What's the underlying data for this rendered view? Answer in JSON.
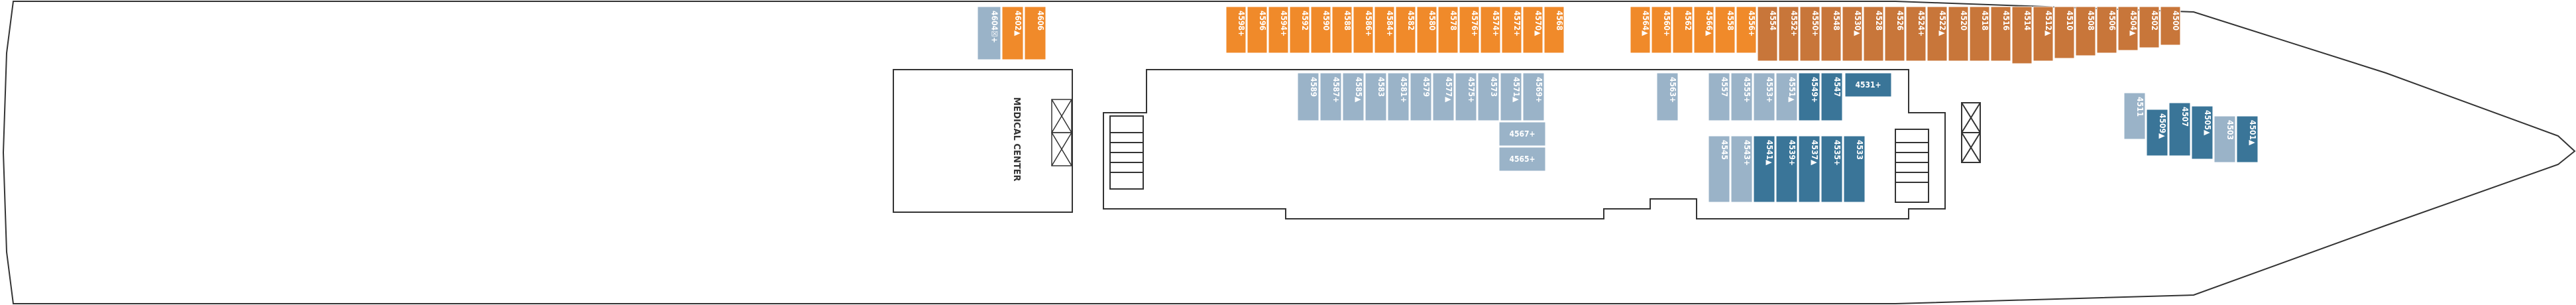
{
  "deck": {
    "medical_center_label": "MEDICAL CENTER"
  },
  "colors": {
    "hull_fill": "#ffffff",
    "hull_stroke": "#333333",
    "orange": "#f08a2a",
    "brown": "#c8763a",
    "light_blue": "#9ab3c8",
    "dark_blue": "#3a7598",
    "line": "#555555"
  },
  "cabins": {
    "top_forward_orange": [
      "4568",
      "4570▲",
      "4572+",
      "4574+",
      "4576+",
      "4578",
      "4580",
      "4582",
      "4584+",
      "4586+",
      "4588",
      "4590",
      "4592",
      "4594+",
      "4596",
      "4598+"
    ],
    "top_aft_orange": [
      "4606",
      "4602▲",
      "4604☒+"
    ],
    "top_mid_orange": [
      "4564▲",
      "4560+",
      "4562",
      "4566▲",
      "4558",
      "4556+"
    ],
    "top_brown": [
      "4554",
      "4552+",
      "4550+",
      "4548",
      "4530▲",
      "4528",
      "4526",
      "4524+",
      "4522▲",
      "4520",
      "4518",
      "4516",
      "4514",
      "4512▲",
      "4510",
      "4508",
      "4506",
      "4504▲",
      "4502",
      "4500"
    ],
    "light_blue_row_top": [
      "4569+",
      "4571▲",
      "4573",
      "4575+",
      "4577▲",
      "4579",
      "4581+",
      "4583",
      "4585▲",
      "4587+",
      "4589"
    ],
    "light_blue_extra": [
      "4567+",
      "4565+"
    ],
    "light_blue_mid": [
      "4563+",
      "4557",
      "4555+",
      "4545"
    ],
    "dark_blue_top": [
      "4553+",
      "4551▲",
      "4549+",
      "4547"
    ],
    "dark_blue_single": "4531+",
    "dark_blue_bottom": [
      "4543+",
      "4541▲",
      "4539+",
      "4537▲",
      "4535+",
      "4533"
    ],
    "dark_blue_right": [
      "4511",
      "4509▲",
      "4507",
      "4505▲",
      "4503",
      "4501▲"
    ]
  }
}
